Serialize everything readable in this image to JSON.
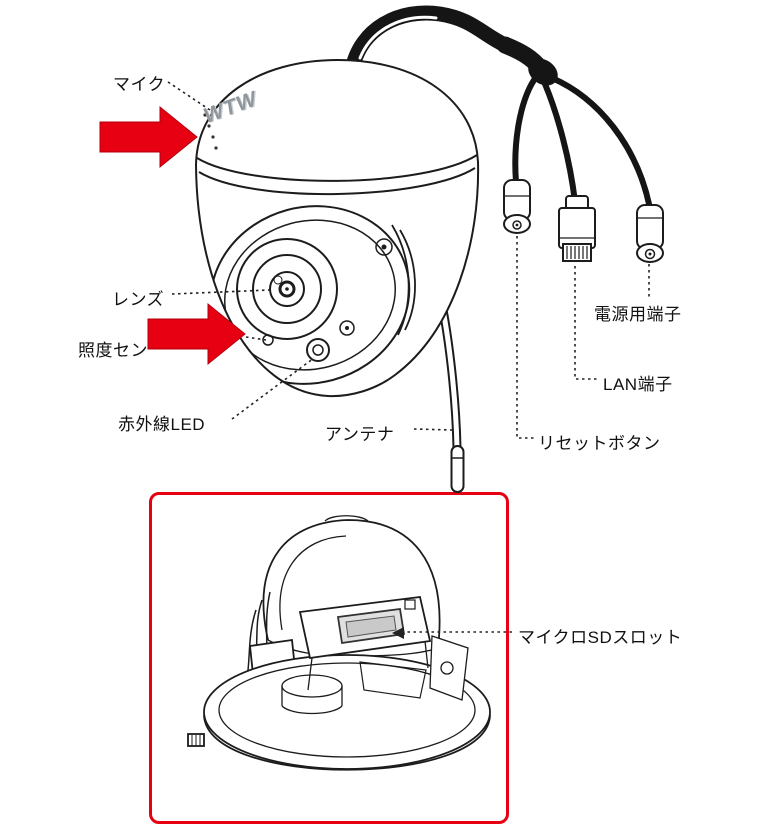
{
  "diagram": {
    "brand_logo": "WTW",
    "labels": {
      "mic": "マイク",
      "lens": "レンズ",
      "illuminance_sensor": "照度セン",
      "ir_led": "赤外線LED",
      "antenna": "アンテナ",
      "power_terminal": "電源用端子",
      "lan_terminal": "LAN端子",
      "reset_button": "リセットボタン",
      "microsd_slot": "マイクロSDスロット"
    },
    "colors": {
      "accent_red": "#e60012",
      "line_color": "#1c1c1c"
    }
  }
}
